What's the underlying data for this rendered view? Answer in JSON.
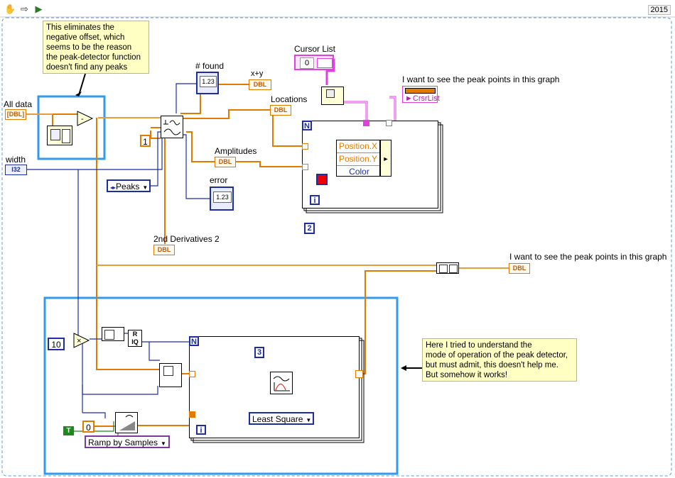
{
  "toolbar": {
    "items": [
      {
        "name": "hand-tool-icon",
        "glyph": "✋"
      },
      {
        "name": "arrow-tool-icon",
        "glyph": "⇨"
      },
      {
        "name": "run-icon",
        "glyph": "▶"
      }
    ],
    "year": "2015"
  },
  "notes": {
    "offset_note": "This eliminates the\nnegative offset, which\nseems to be the reason\nthe peak-detector function\ndoesn't find any peaks",
    "loop_note": "Here I tried to understand the\nmode of operation of the peak detector,\nbut must admit, this doesn't help me.\nBut somehow it works!"
  },
  "labels": {
    "all_data": "All data",
    "width": "width",
    "found": "# found",
    "xy": "x+y",
    "locations": "Locations",
    "amplitudes": "Amplitudes",
    "error": "error",
    "second_derivatives": "2nd Derivatives 2",
    "cursor_list": "Cursor List",
    "graph_top": "I want to see the peak points in this graph",
    "graph_bottom": "I want to see the peak points in this graph"
  },
  "terminals": {
    "dbl": "DBL",
    "i32": "I32",
    "crsrlist": "CrsrList",
    "indicator_value": "1.23"
  },
  "constants": {
    "one": "1",
    "two": "2",
    "three": "3",
    "ten": "10",
    "zero_cursor": "0",
    "zero_sig": "0",
    "bool_true": "T"
  },
  "rings": {
    "peaks": "Peaks",
    "least_square": "Least Square",
    "ramp": "Ramp by Samples"
  },
  "bundle": {
    "rows": [
      "Position.X",
      "Position.Y",
      "Color"
    ]
  },
  "loops": {
    "count_label": "N",
    "iteration_label": "i"
  },
  "colors": {
    "orange_wire": "#e07b00",
    "blue_wire": "#1d2ea3",
    "pink_wire": "#e040e0",
    "structure_frame": "#3399ee",
    "note_bg": "#ffffc4",
    "color_const": "#ee0000"
  }
}
